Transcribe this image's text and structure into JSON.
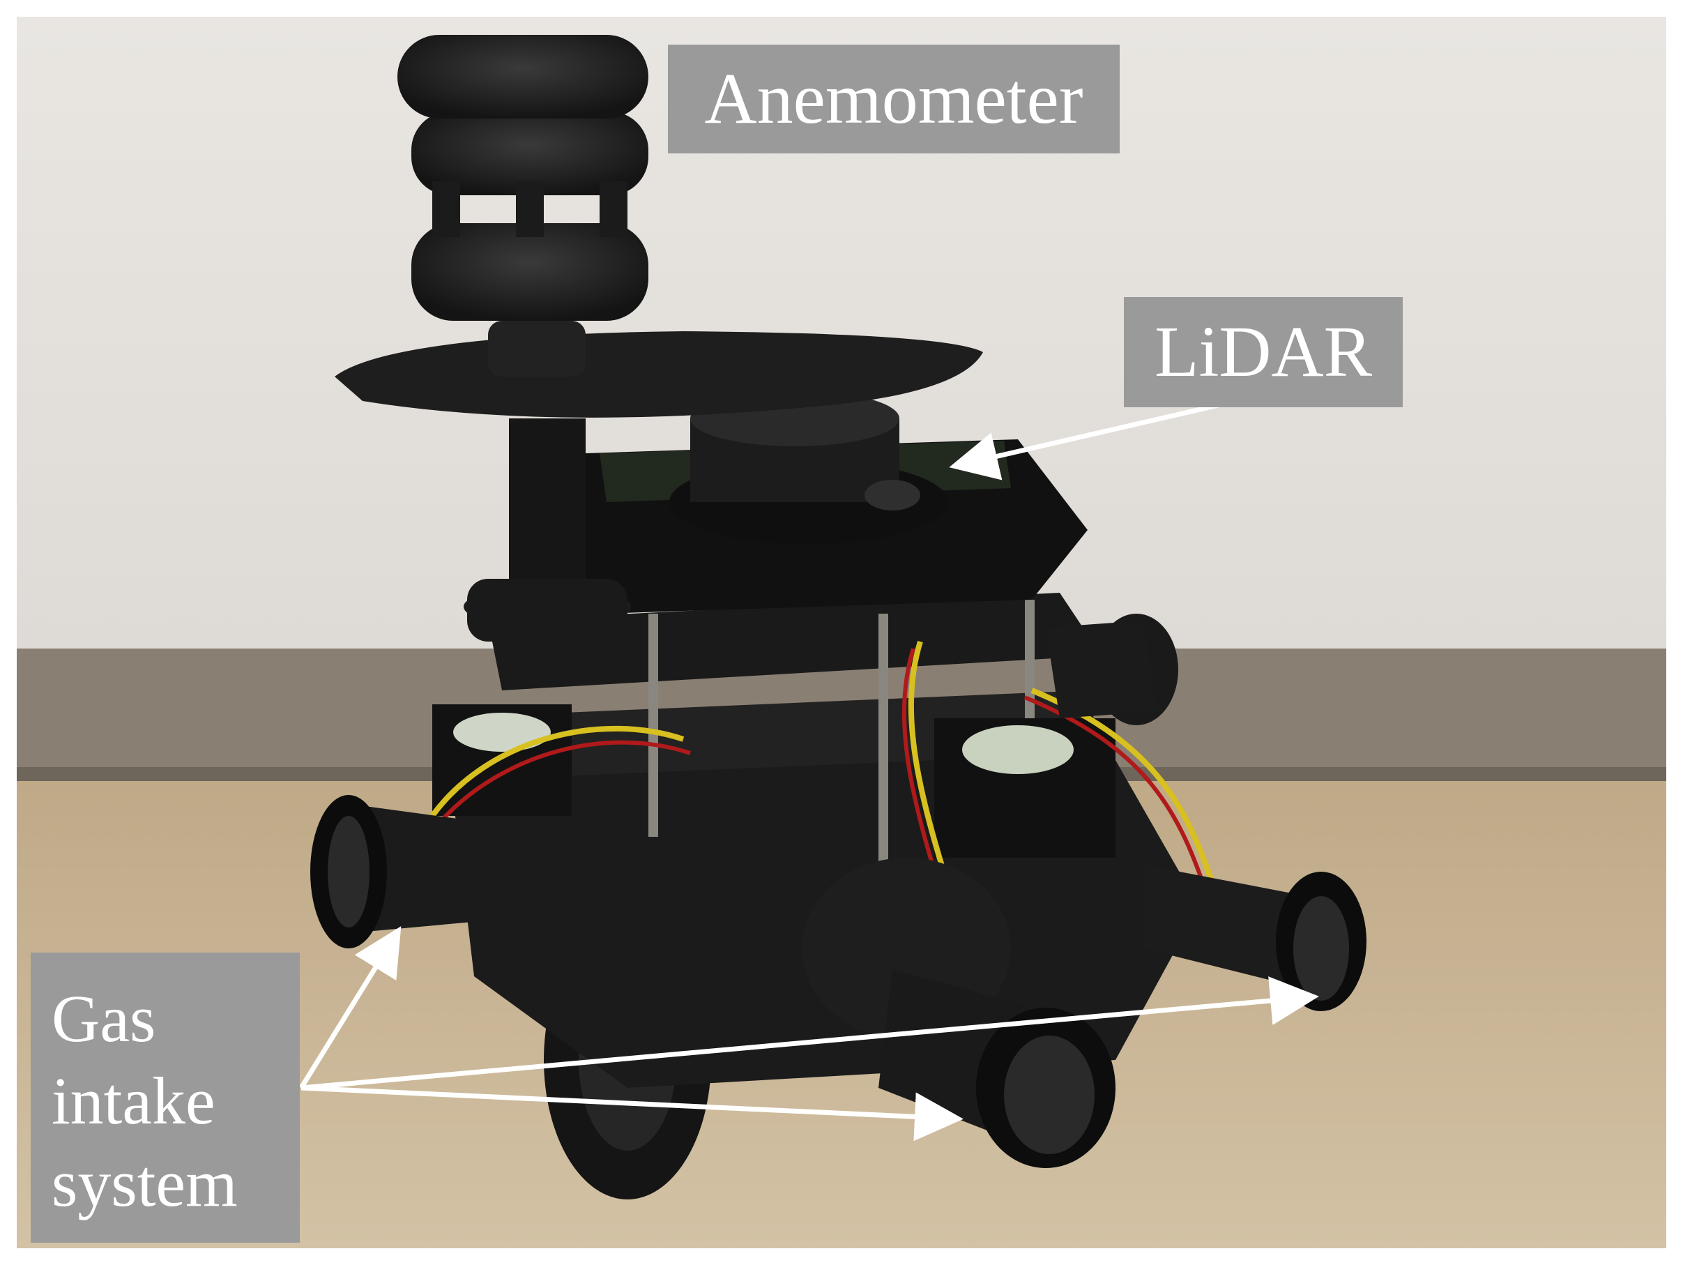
{
  "labels": {
    "anemometer": "Anemometer",
    "lidar": "LiDAR",
    "gas_intake": [
      "Gas",
      "intake",
      "system"
    ]
  },
  "colors": {
    "wall": "#ebe8e4",
    "baseboard": "#8a7f73",
    "floor": "#c9b596",
    "robot": "#1c1c1c",
    "label_bg": "#9a9a9a",
    "label_text": "#ffffff",
    "arrow": "#ffffff"
  }
}
